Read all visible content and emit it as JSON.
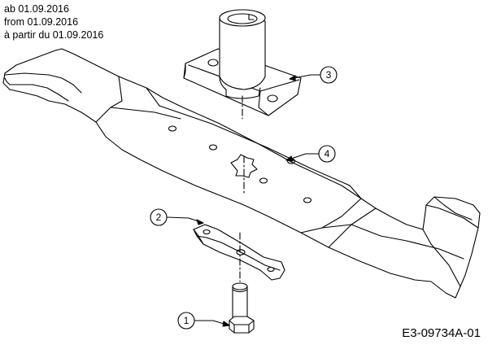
{
  "date_lines": [
    "ab 01.09.2016",
    "from 01.09.2016",
    "à partir du 01.09.2016"
  ],
  "reference_code": "E3-09734A-01",
  "callouts": {
    "bolt": "1",
    "lock_plate": "2",
    "blade_adapter": "3",
    "mower_blade": "4"
  }
}
